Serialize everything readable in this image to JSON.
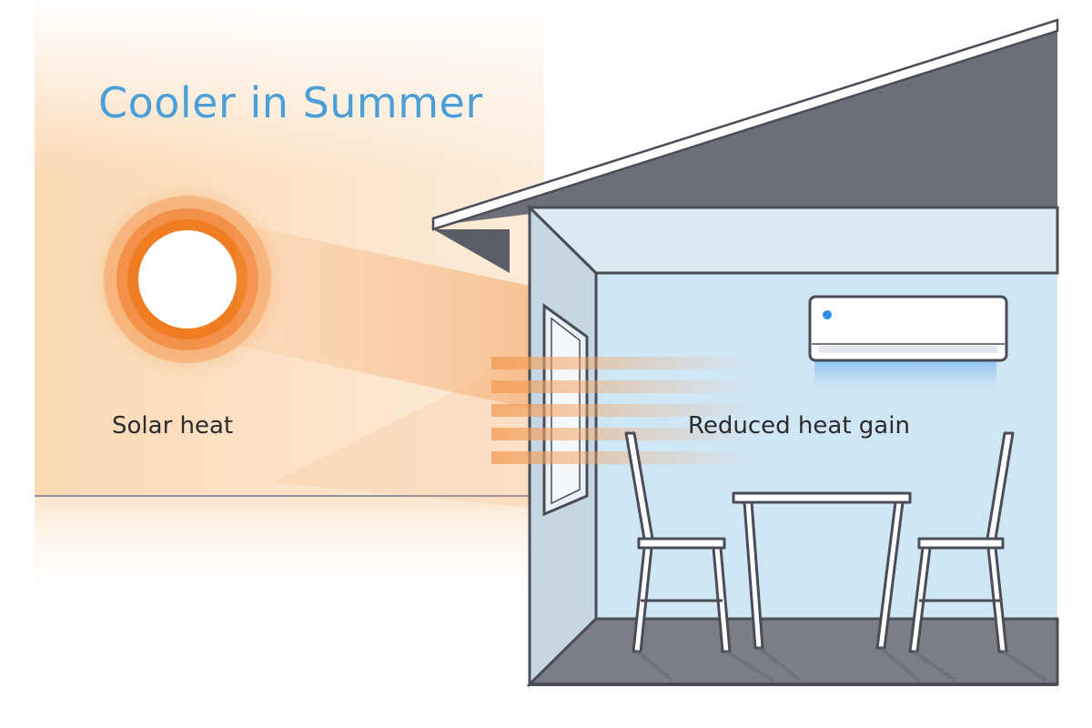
{
  "diagram": {
    "title": "Cooler in Summer",
    "labels": {
      "solar_heat": "Solar heat",
      "reduced_heat_gain": "Reduced heat gain"
    }
  },
  "colors": {
    "title_blue": "#4a9fd8",
    "sun_orange": "#f07d21",
    "roof_grey": "#6d6f78",
    "wall_outline": "#4a4d57",
    "room_blue": "#cfe6f5",
    "floor_grey": "#7b7e87",
    "heat_peach": "#fbe3c8"
  }
}
